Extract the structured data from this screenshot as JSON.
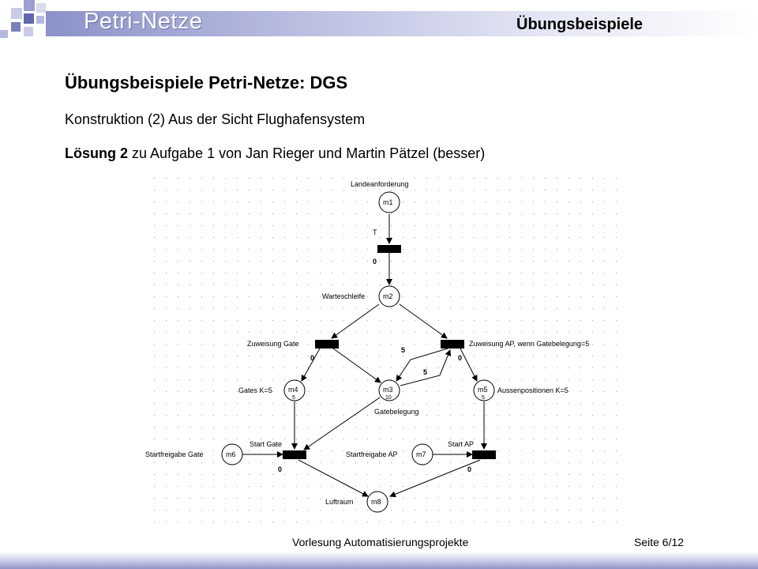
{
  "header": {
    "title": "Petri-Netze",
    "subtitle": "Übungsbeispiele"
  },
  "content": {
    "heading": "Übungsbeispiele Petri-Netze: DGS",
    "line1": "Konstruktion (2) Aus der Sicht Flughafensystem",
    "line2_bold": "Lösung 2",
    "line2_rest": " zu Aufgabe 1 von Jan Rieger und Martin Pätzel (besser)"
  },
  "diagram": {
    "places": [
      {
        "id": "m1",
        "label": "Landeanforderung"
      },
      {
        "id": "m2",
        "label": "Warteschleife"
      },
      {
        "id": "m3",
        "label": "Gatebelegung",
        "tokens": "10"
      },
      {
        "id": "m4",
        "label": "Gates K=5",
        "tokens": "5"
      },
      {
        "id": "m5",
        "label": "Aussenpositionen K=5",
        "tokens": "5"
      },
      {
        "id": "m6",
        "label": "Startfreigabe Gate"
      },
      {
        "id": "m7",
        "label": "Startfreigabe AP"
      },
      {
        "id": "m8",
        "label": "Luftraum"
      }
    ],
    "transitions": [
      {
        "label": "T",
        "delay": "0"
      },
      {
        "label": "Zuweisung Gate",
        "delay": "0"
      },
      {
        "label": "Zuweisung AP, wenn Gatebelegung=5",
        "delay": "0"
      },
      {
        "label": "Start Gate",
        "delay": "0"
      },
      {
        "label": "Start AP",
        "delay": "0"
      }
    ],
    "arc_weights": [
      "5",
      "5"
    ]
  },
  "footer": {
    "left": "Vorlesung Automatisierungsprojekte",
    "right": "Seite 6/12"
  }
}
